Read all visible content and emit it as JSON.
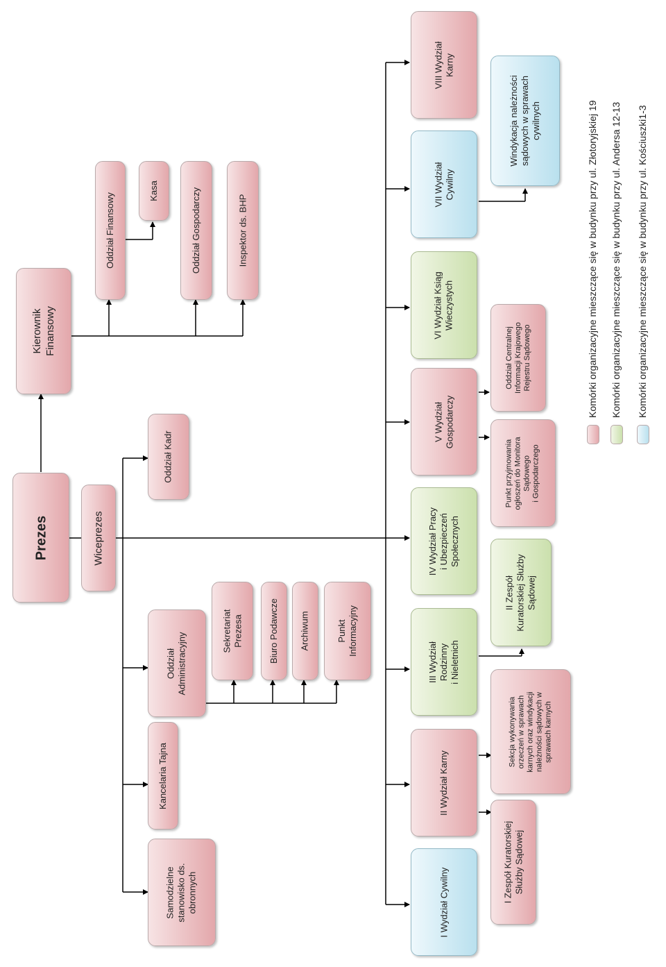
{
  "units": {
    "prezes": "Prezes",
    "wiceprezes": "Wiceprezes",
    "kierownik": "Kierownik\nFinansowy",
    "oddzial_finansowy": "Oddział Finansowy",
    "kasa": "Kasa",
    "oddzial_gospodarczy": "Oddział Gospodarczy",
    "inspektor_bhp": "Inspektor ds. BHP",
    "oddzial_kadr": "Oddział Kadr",
    "oddzial_administracyjny": "Oddział\nAdministracyjny",
    "sekretariat": "Sekretariat\nPrezesa",
    "biuro_podawcze": "Biuro Podawcze",
    "archiwum": "Archiwum",
    "punkt_informacyjny": "Punkt\nInformacyjny",
    "kancelaria_tajna": "Kancelaria Tajna",
    "samodzielne_stanowisko": "Samodzielne\nstanowisko ds.\nobronnych",
    "wydzial_1": "I Wydział Cywilny",
    "wydzial_2": "II Wydział Karny",
    "wydzial_3": "III Wydział\nRodzinny\ni Nieletnich",
    "wydzial_4": "IV Wydział Pracy\ni Ubezpieczeń\nSpołecznych",
    "wydzial_5": "V Wydział\nGospodarczy",
    "wydzial_6": "VI Wydział Ksiąg\nWieczystych",
    "wydzial_7": "VII Wydział\nCywilny",
    "wydzial_8": "VIII Wydział\nKarny",
    "zespol_kuratorski_1": "I Zespół Kuratorskiej\nSłużby Sądowej",
    "sekcja_wykonywania": "Sekcja wykonywania\norzeczeń w sprawach\nkarnych oraz windykacji\nnależności sądowych w\nsprawach karnych",
    "zespol_kuratorski_2": "II Zespół\nKuratorskiej Służby\nSądowej",
    "punkt_przyjmowania": "Punkt przyjmowania\nogłoszeń do Monitora\nSądowego\ni Gospodarczego",
    "oddzial_centralnej": "Oddział Centralnej\nInformacji Krajowego\nRejestru Sądowego",
    "windykacja": "Windykacja należności\nsądowych w sprawach\ncywilnych"
  },
  "legend": [
    {
      "text": "Komórki organizacyjne mieszczące się w budynku przy ul. Złotoryjskiej 19",
      "color": "pink"
    },
    {
      "text": "Komórki organizacyjne mieszczące się w budynku przy ul. Andersa 12-13",
      "color": "green"
    },
    {
      "text": "Komórki organizacyjne mieszczące się w budynku przy ul. Kościuszki1-3",
      "color": "blue"
    }
  ],
  "colors": {
    "pink": "#e3a7ab",
    "green": "#cbe0ad",
    "blue": "#b9e0ee",
    "line": "#000000"
  }
}
